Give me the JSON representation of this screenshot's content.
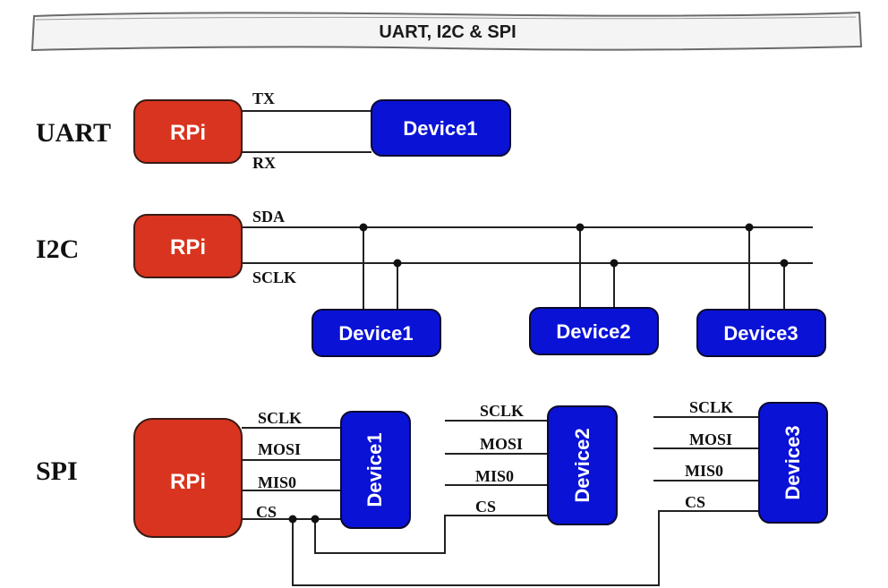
{
  "title": "UART, I2C & SPI",
  "colors": {
    "rpi": "#d9341f",
    "device": "#0a12d6",
    "wire": "#222222"
  },
  "uart": {
    "label": "UART",
    "master": "RPi",
    "device": "Device1",
    "signals": {
      "tx": "TX",
      "rx": "RX"
    }
  },
  "i2c": {
    "label": "I2C",
    "master": "RPi",
    "signals": {
      "sda": "SDA",
      "sclk": "SCLK"
    },
    "devices": [
      "Device1",
      "Device2",
      "Device3"
    ]
  },
  "spi": {
    "label": "SPI",
    "master": "RPi",
    "devices": [
      "Device1",
      "Device2",
      "Device3"
    ],
    "signals": [
      "SCLK",
      "MOSI",
      "MIS0",
      "CS"
    ]
  }
}
